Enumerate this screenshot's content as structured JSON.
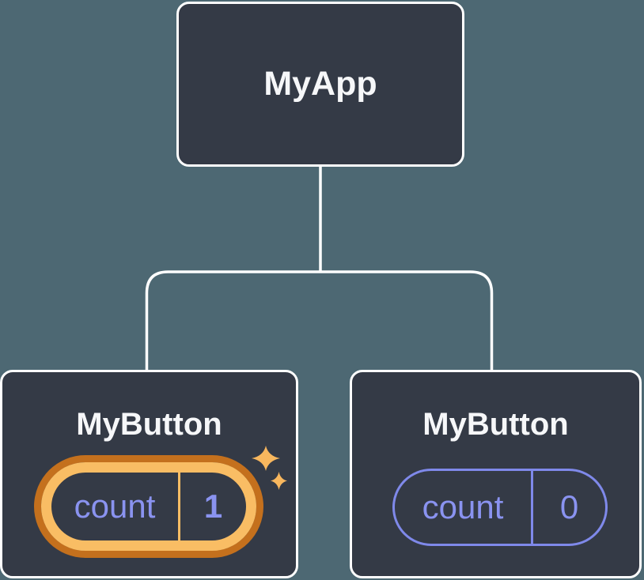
{
  "nodes": {
    "root": {
      "label": "MyApp"
    },
    "child_left": {
      "label": "MyButton",
      "state_name": "count",
      "state_value": "1",
      "highlighted": true
    },
    "child_right": {
      "label": "MyButton",
      "state_name": "count",
      "state_value": "0",
      "highlighted": false
    }
  },
  "colors": {
    "background": "#4d6873",
    "node_background": "#343a46",
    "node_border": "#ffffff",
    "connector": "#ffffff",
    "label_text": "#f6f7f9",
    "state_text": "#8a93f0",
    "highlight_ring_outer": "#c4701d",
    "highlight_ring_inner": "#f9bd64",
    "plain_pill_border": "#7f89ea",
    "sparkle": "#f8b75e"
  }
}
